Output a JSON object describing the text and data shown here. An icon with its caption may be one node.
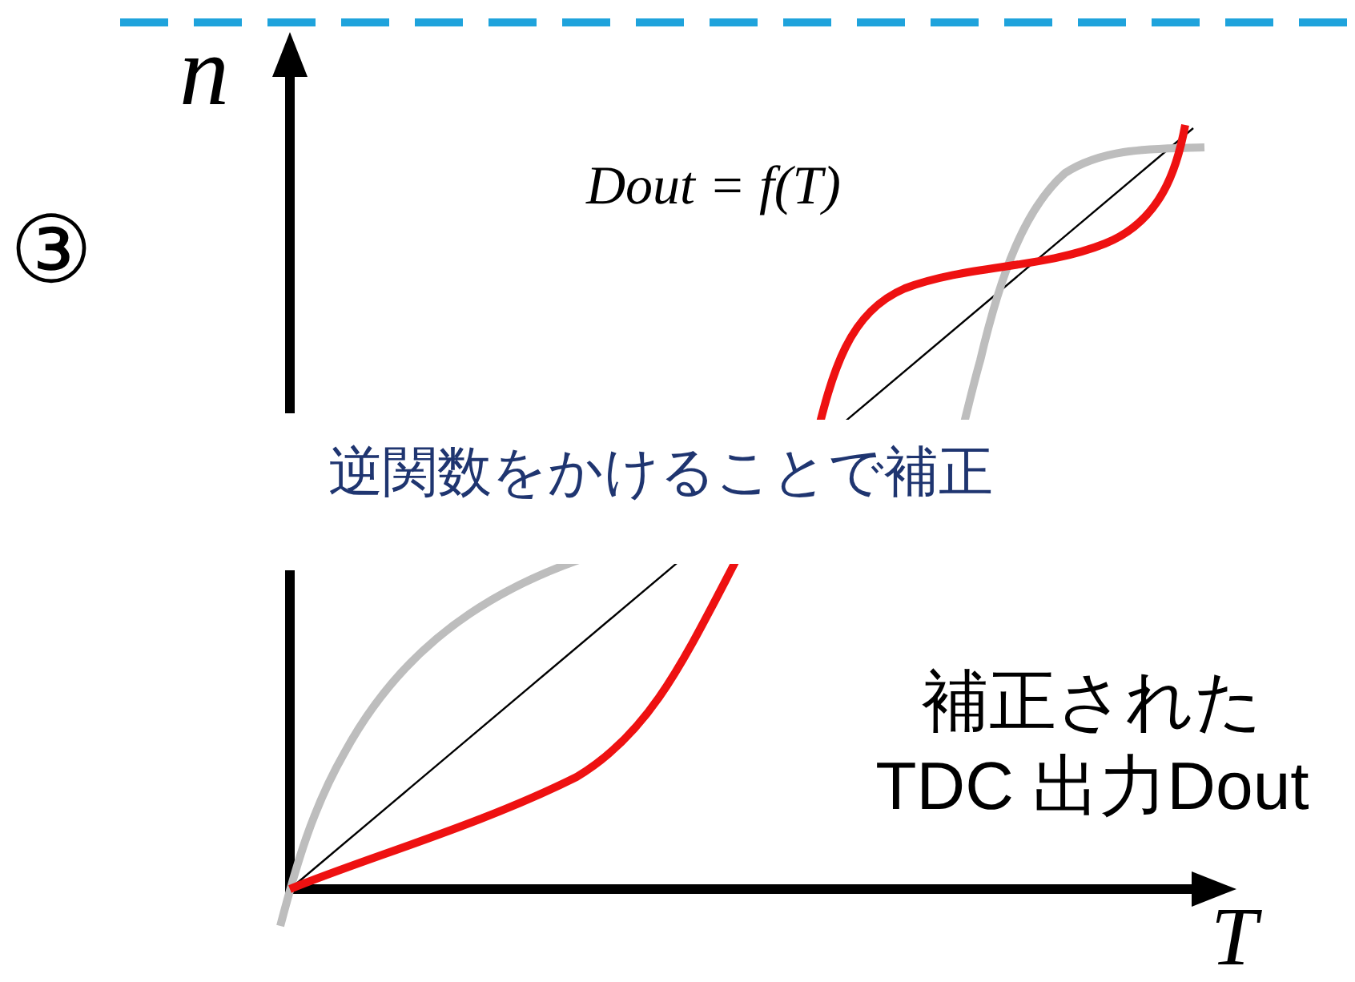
{
  "diagram": {
    "labels": [
      "n",
      "Dout = f(T)",
      "③",
      "逆関数をかけることで補正",
      "補正された TDC 出力Dout",
      "T"
    ]
  }
}
